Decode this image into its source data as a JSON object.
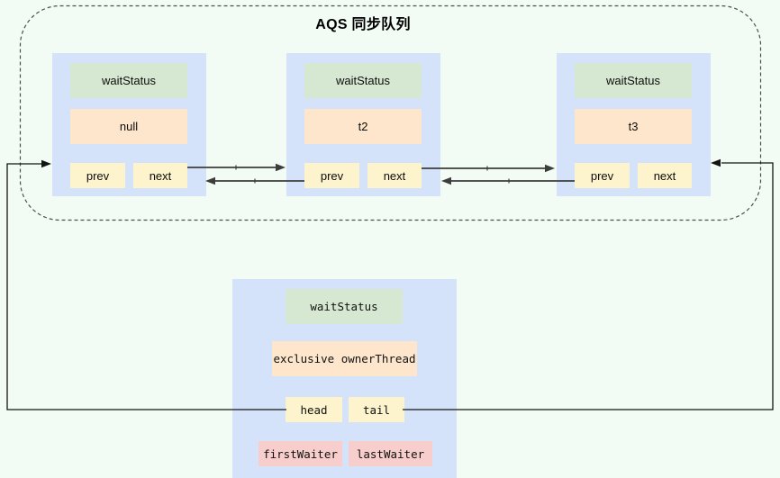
{
  "diagram": {
    "title": "AQS 同步队列",
    "queue_nodes": [
      {
        "waitStatus": "waitStatus",
        "thread": "null",
        "prev": "prev",
        "next": "next"
      },
      {
        "waitStatus": "waitStatus",
        "thread": "t2",
        "prev": "prev",
        "next": "next"
      },
      {
        "waitStatus": "waitStatus",
        "thread": "t3",
        "prev": "prev",
        "next": "next"
      }
    ],
    "aqs_object": {
      "waitStatus": "waitStatus",
      "ownerThread": "exclusive ownerThread",
      "head": "head",
      "tail": "tail",
      "firstWaiter": "firstWaiter",
      "lastWaiter": "lastWaiter"
    },
    "colors": {
      "page_bg": "#f2fcf5",
      "node_fill": "#d5e3fa",
      "wait_status_fill": "#d6e8d2",
      "thread_fill": "#fde6cc",
      "pointer_fill": "#fdf3cd",
      "waiter_fill": "#f7cecb",
      "arrow": "#3d3d3d",
      "connector": "#141414",
      "dashed_border": "#4f4f4f"
    }
  }
}
